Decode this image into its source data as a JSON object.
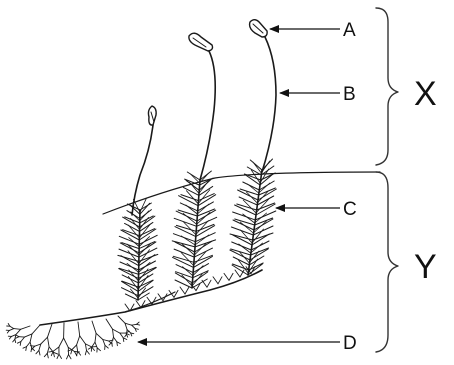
{
  "labels": {
    "a": "A",
    "b": "B",
    "c": "C",
    "d": "D",
    "x": "X",
    "y": "Y"
  },
  "colors": {
    "ink": "#1a1a1a",
    "background": "#ffffff"
  }
}
